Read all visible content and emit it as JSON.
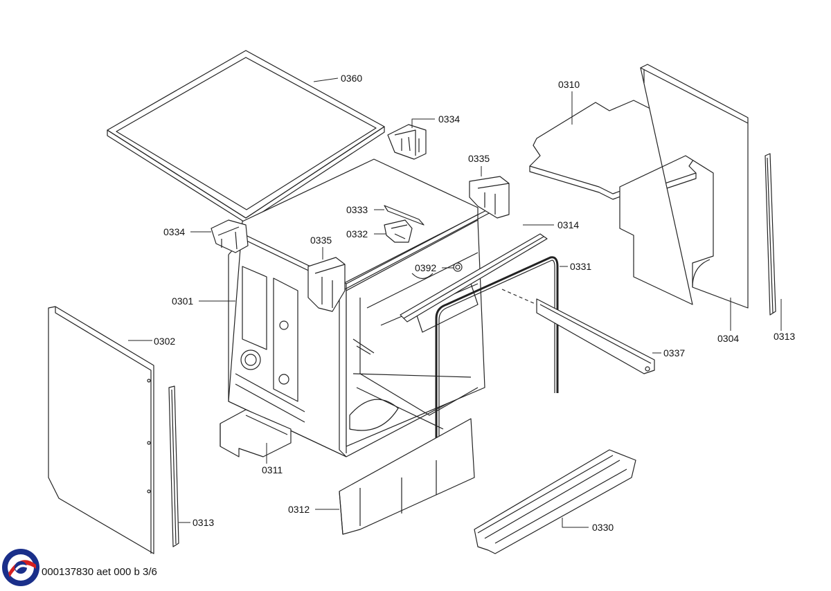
{
  "diagram": {
    "parts": [
      {
        "id": "lbl-0360",
        "text": "0360"
      },
      {
        "id": "lbl-0334a",
        "text": "0334"
      },
      {
        "id": "lbl-0335a",
        "text": "0335"
      },
      {
        "id": "lbl-0310",
        "text": "0310"
      },
      {
        "id": "lbl-0333",
        "text": "0333"
      },
      {
        "id": "lbl-0332",
        "text": "0332"
      },
      {
        "id": "lbl-0334b",
        "text": "0334"
      },
      {
        "id": "lbl-0335b",
        "text": "0335"
      },
      {
        "id": "lbl-0314",
        "text": "0314"
      },
      {
        "id": "lbl-0392",
        "text": "0392"
      },
      {
        "id": "lbl-0331",
        "text": "0331"
      },
      {
        "id": "lbl-0301",
        "text": "0301"
      },
      {
        "id": "lbl-0302",
        "text": "0302"
      },
      {
        "id": "lbl-0337",
        "text": "0337"
      },
      {
        "id": "lbl-0304",
        "text": "0304"
      },
      {
        "id": "lbl-0313a",
        "text": "0313"
      },
      {
        "id": "lbl-0311",
        "text": "0311"
      },
      {
        "id": "lbl-0312",
        "text": "0312"
      },
      {
        "id": "lbl-0313b",
        "text": "0313"
      },
      {
        "id": "lbl-0330",
        "text": "0330"
      }
    ],
    "footer": "000137830 aet 000 b 3/6",
    "colors": {
      "line": "#222222",
      "logo_blue": "#1a2f8a",
      "logo_red": "#d42020"
    }
  }
}
